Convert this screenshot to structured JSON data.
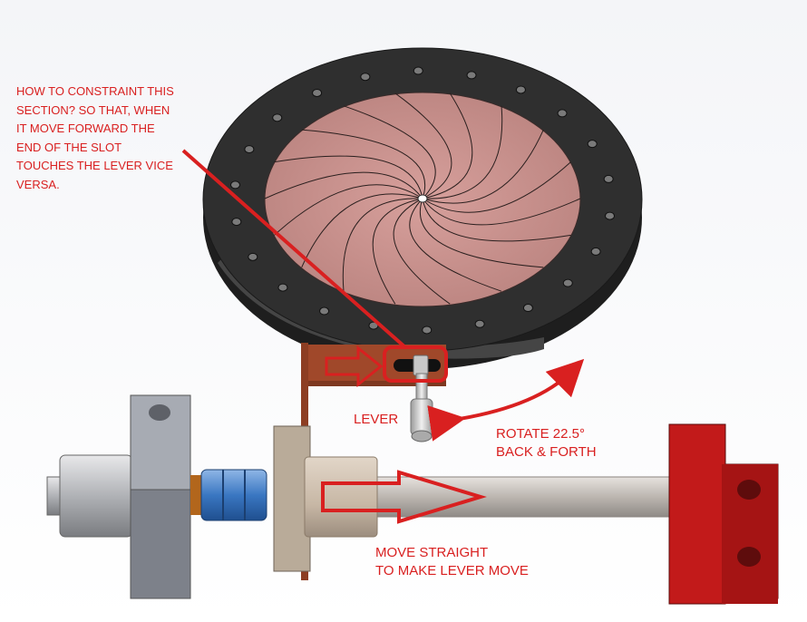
{
  "question": {
    "lines": [
      "HOW TO CONSTRAINT THIS",
      "SECTION? SO THAT, WHEN",
      "IT MOVE FORWARD THE",
      "END OF THE SLOT",
      "TOUCHES THE LEVER VICE",
      "VERSA."
    ]
  },
  "labels": {
    "lever": "LEVER",
    "rotate": [
      "ROTATE 22.5°",
      "BACK & FORTH"
    ],
    "move": [
      "MOVE STRAIGHT",
      "TO MAKE LEVER MOVE"
    ]
  },
  "colors": {
    "annotation": "#d92020",
    "iris_ring": "#2f2f2f",
    "iris_blades": "#c98b87",
    "bracket": "#a0482a",
    "end_block": "#c21a1a",
    "coupling": "#3a77c2",
    "shaft": "#c9c3bd",
    "motor_block": "#8a8f99"
  },
  "icons": {
    "arrow_right": "right-arrow-icon",
    "arrow_rotate": "curved-double-arrow-icon"
  }
}
